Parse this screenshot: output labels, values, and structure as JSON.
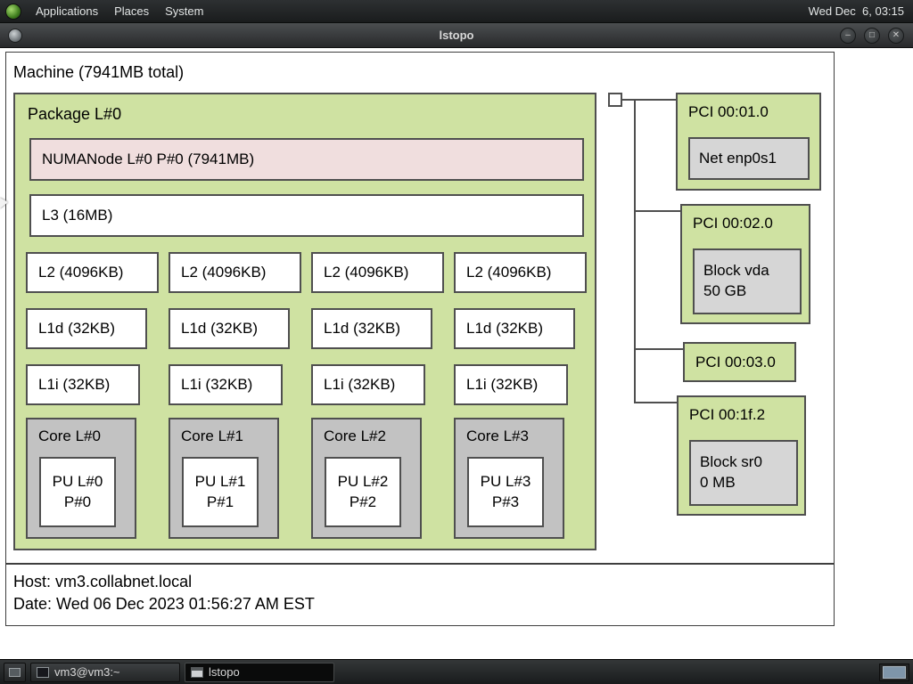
{
  "top_panel": {
    "menus": [
      {
        "label": "Applications"
      },
      {
        "label": "Places"
      },
      {
        "label": "System"
      }
    ],
    "clock": "Wed Dec  6, 03:15"
  },
  "window": {
    "title": "lstopo",
    "buttons": {
      "minimize": "–",
      "maximize": "□",
      "close": "✕"
    }
  },
  "machine": {
    "label": "Machine (7941MB total)",
    "package": {
      "label": "Package L#0",
      "numanode": "NUMANode L#0 P#0 (7941MB)",
      "l3": "L3 (16MB)",
      "l2": [
        "L2 (4096KB)",
        "L2 (4096KB)",
        "L2 (4096KB)",
        "L2 (4096KB)"
      ],
      "l1d": [
        "L1d (32KB)",
        "L1d (32KB)",
        "L1d (32KB)",
        "L1d (32KB)"
      ],
      "l1i": [
        "L1i (32KB)",
        "L1i (32KB)",
        "L1i (32KB)",
        "L1i (32KB)"
      ],
      "cores": [
        {
          "label": "Core L#0",
          "pu_lines": [
            "PU L#0",
            "P#0"
          ]
        },
        {
          "label": "Core L#1",
          "pu_lines": [
            "PU L#1",
            "P#1"
          ]
        },
        {
          "label": "Core L#2",
          "pu_lines": [
            "PU L#2",
            "P#2"
          ]
        },
        {
          "label": "Core L#3",
          "pu_lines": [
            "PU L#3",
            "P#3"
          ]
        }
      ]
    },
    "pci": [
      {
        "label": "PCI 00:01.0",
        "device_lines": [
          "Net enp0s1"
        ]
      },
      {
        "label": "PCI 00:02.0",
        "device_lines": [
          "Block vda",
          "50 GB"
        ]
      },
      {
        "label": "PCI 00:03.0"
      },
      {
        "label": "PCI 00:1f.2",
        "device_lines": [
          "Block sr0",
          "0 MB"
        ]
      }
    ]
  },
  "legend": {
    "host": "Host: vm3.collabnet.local",
    "date": "Date: Wed 06 Dec 2023 01:56:27 AM EST"
  },
  "taskbar": {
    "tasks": [
      {
        "label": "vm3@vm3:~"
      },
      {
        "label": "lstopo"
      }
    ]
  },
  "colors": {
    "package_green": "#cfe2a2",
    "numa_pink": "#f0dede",
    "core_gray": "#c2c2c2",
    "device_gray": "#d6d6d6",
    "box_border": "#4f4f4f"
  }
}
